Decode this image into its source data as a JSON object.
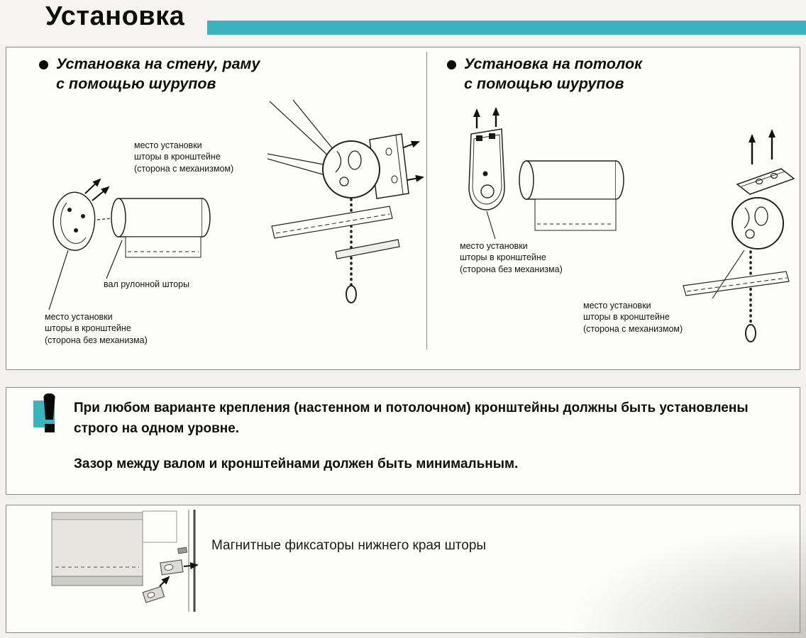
{
  "page": {
    "title": "Установка"
  },
  "panels": {
    "wall": {
      "heading_line1": "Установка на стену, раму",
      "heading_line2": "с помощью шурупов",
      "labels": {
        "mechanism_side": "место установки\nшторы в кронштейне\n(сторона с механизмом)",
        "shaft": "вал рулонной шторы",
        "no_mechanism_side": "место установки\nшторы в кронштейне\n(сторона без механизма)"
      }
    },
    "ceiling": {
      "heading_line1": "Установка на потолок",
      "heading_line2": "с помощью шурупов",
      "labels": {
        "no_mechanism_side": "место установки\nшторы в кронштейне\n(сторона без механизма)",
        "mechanism_side": "место установки\nшторы в кронштейне\n(сторона с механизмом)"
      }
    }
  },
  "warning": {
    "line1": "При любом варианте крепления (настенном и потолочном) кронштейны должны быть установлены строго на одном уровне.",
    "line2": "Зазор между валом и кронштейнами должен быть минимальным."
  },
  "magnetic": {
    "caption": "Магнитные фиксаторы нижнего края шторы"
  },
  "colors": {
    "accent": "#3ab5c0"
  }
}
